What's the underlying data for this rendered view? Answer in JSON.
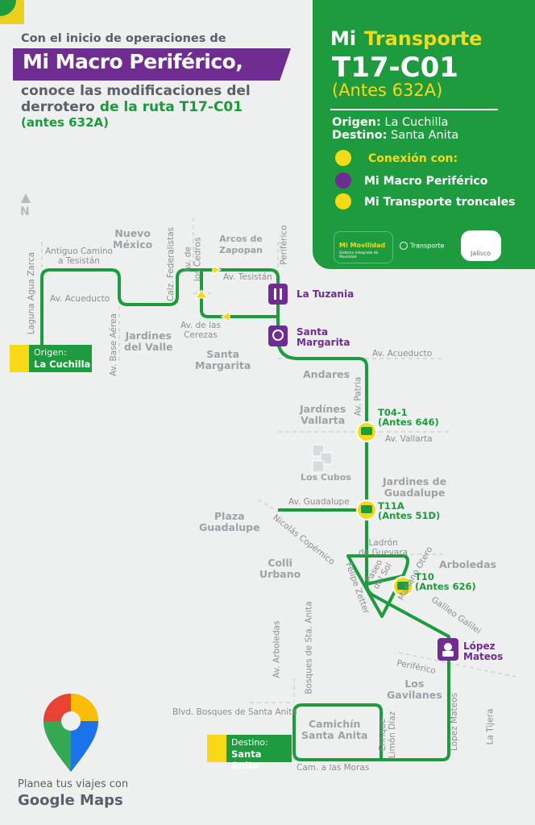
{
  "header": {
    "line1": "Con el inicio de operaciones de",
    "highlight": "Mi Macro Periférico,",
    "line3": "conoce las modificaciones del",
    "line4_a": "derrotero ",
    "line4_b": "de la ruta T17-C01",
    "line5": "(antes 632A)"
  },
  "panel": {
    "mi": "Mi",
    "transporte": "Transporte",
    "route": "T17-C01",
    "antes": "(Antes 632A)",
    "origen_label": "Origen:",
    "origen_value": "La Cuchilla",
    "destino_label": "Destino:",
    "destino_value": "Santa Anita",
    "conexion": "Conexión con:",
    "conn_macro": "Mi Macro Periférico",
    "conn_troncales": "Mi Transporte troncales",
    "logo_movilidad": "Mi Movilidad",
    "logo_movilidad_sub": "Sistema Integrado de Movilidad",
    "logo_transporte": "Transporte",
    "logo_jalisco": "Jalisco"
  },
  "compass": "N",
  "streets": {
    "antiguo_camino": "Antiguo Camino\na Tesistán",
    "laguna": "Laguna Agua Zarca",
    "acueducto_w": "Av. Acueducto",
    "base_aerea": "Av. Base Aérea",
    "calz_fed": "Calz. Federalistas",
    "cedros": "Av. de\nlos Cedros",
    "cerezas": "Av. de las\nCerezas",
    "tesistan": "Av. Tesistán",
    "periferico_n": "Periférico",
    "acueducto_e": "Av. Acueducto",
    "patria": "Av. Patria",
    "vallarta": "Av. Vallarta",
    "guadalupe": "Av. Guadalupe",
    "nicolas": "Nicolás Copérnico",
    "ladron": "Ladrón\nde Guevara",
    "felipe": "Felipe Zetter",
    "paseo": "Paseo\ndel Sol",
    "mariano": "Mariano Otero",
    "galileo": "Galileo Galilei",
    "periferico_s": "Periférico",
    "arboledas": "Av. Arboledas",
    "bosques": "Bosques de Sta. Anita",
    "blvd": "Blvd. Bosques de Santa Anita",
    "enrique": "Enrique\nLimón Díaz",
    "lopez": "López Mateos",
    "moras": "Cam. a las Moras",
    "tijera": "La Tijera"
  },
  "areas": {
    "nuevo_mexico": "Nuevo\nMéxico",
    "arcos": "Arcos de\nZapopan",
    "jardines_valle": "Jardines\ndel Valle",
    "santa_margarita": "Santa\nMargarita",
    "andares": "Andares",
    "jardines_vallarta": "Jardínes\nVallarta",
    "cubos": "Los Cubos",
    "jardines_guadalupe": "Jardines de\nGuadalupe",
    "plaza_guadalupe": "Plaza\nGuadalupe",
    "colli": "Colli\nUrbano",
    "arboledas": "Arboledas",
    "gavilanes": "Los\nGavilanes",
    "camichin": "Camichín\nSanta Anita"
  },
  "stops": {
    "tuzania": "La Tuzania",
    "santa_margarita": "Santa\nMargarita",
    "t04": "T04-1\n(Antes 646)",
    "t11a": "T11A\n(Antes 51D)",
    "t10": "T10\n(Antes 626)",
    "lopez": "López\nMateos"
  },
  "origin_box": {
    "label": "Origen:",
    "value": "La Cuchilla"
  },
  "destino_box": {
    "label": "Destino:",
    "value": "Santa Anita"
  },
  "google": {
    "line1": "Planea tus viajes con",
    "line2": "Google Maps"
  },
  "colors": {
    "green": "#1e9b3e",
    "purple": "#6f2c91",
    "yellow": "#f7d917",
    "bg": "#eef0ef"
  }
}
